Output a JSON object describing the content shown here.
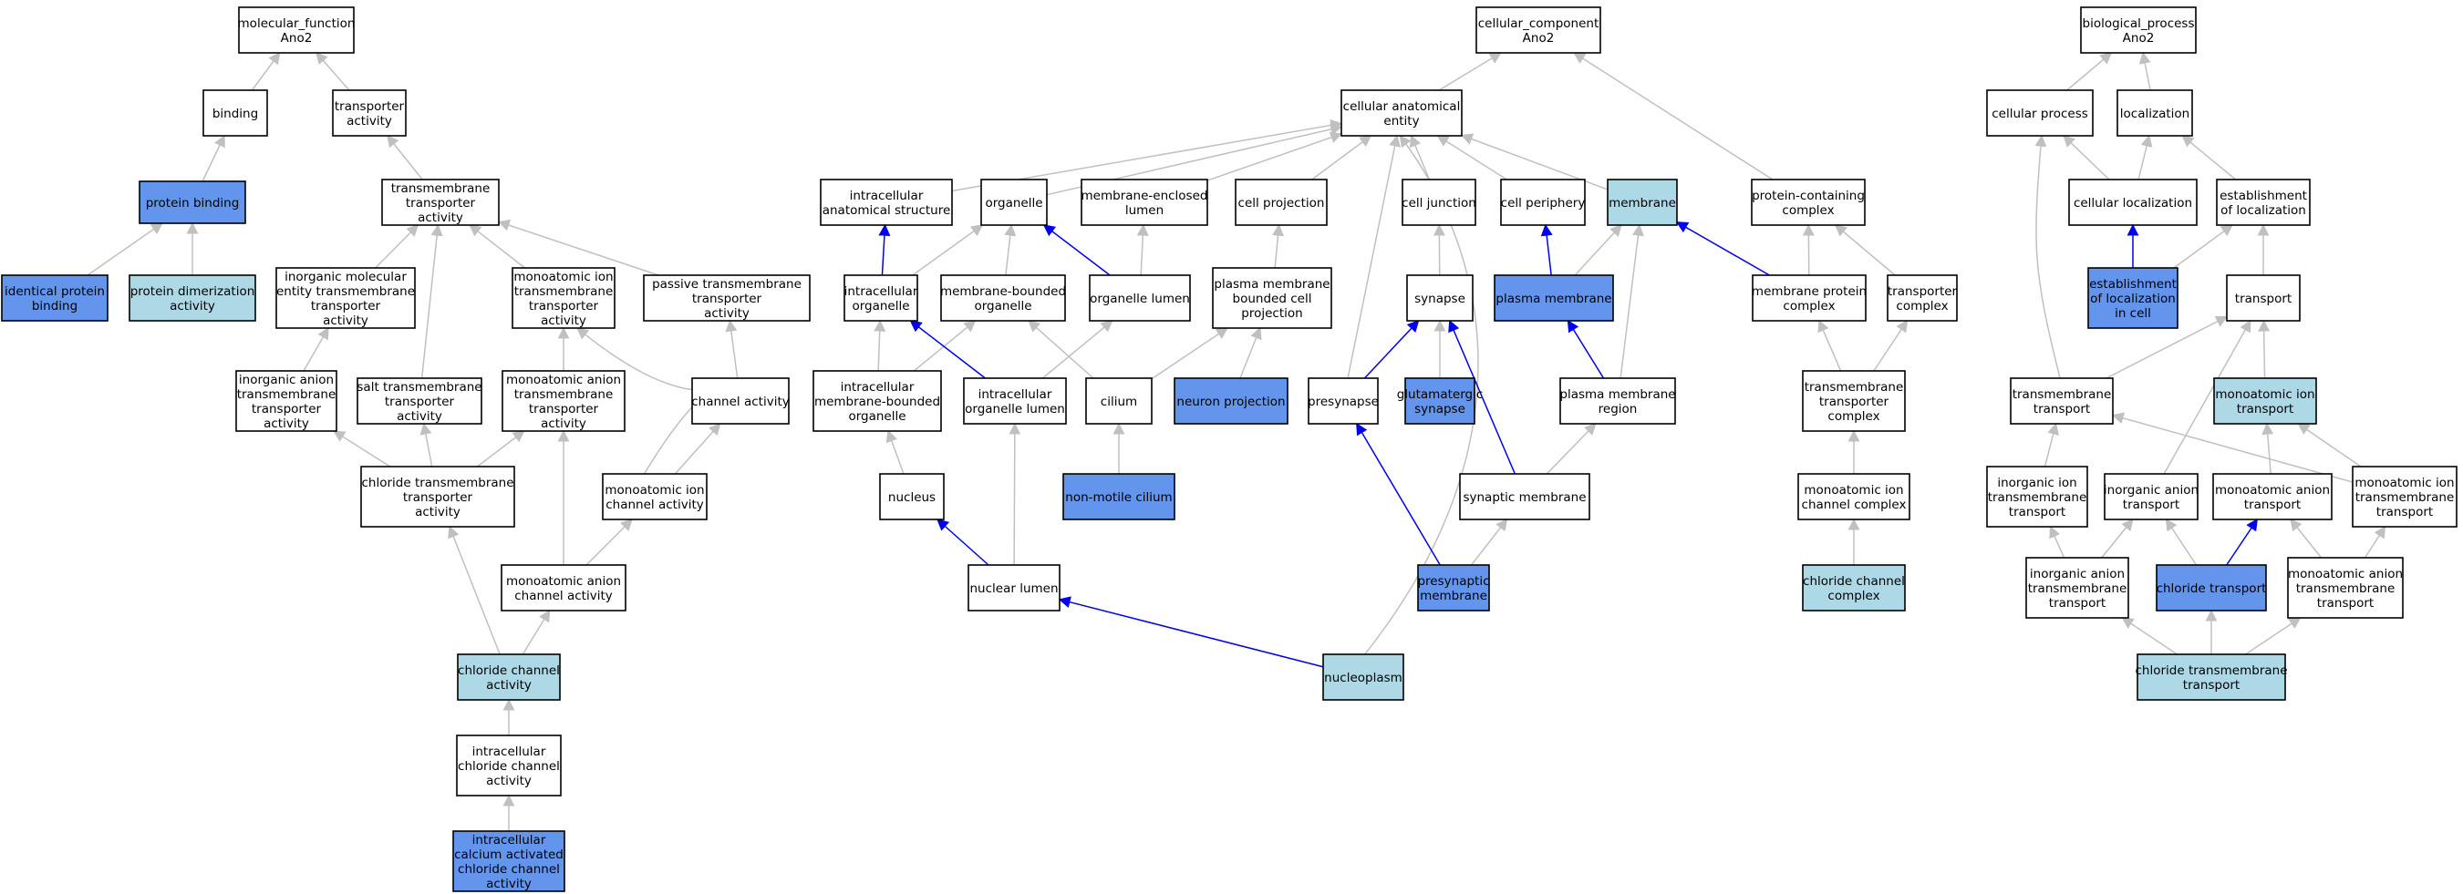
{
  "colors": {
    "white": "#ffffff",
    "blue": "#6495ed",
    "light": "#add8e6",
    "edge_gray": "#c0c0c0",
    "edge_blue": "#0000ee"
  },
  "nodes": [
    {
      "id": "mf",
      "lines": [
        "molecular_function",
        "Ano2"
      ],
      "fill": "white"
    },
    {
      "id": "binding",
      "lines": [
        "binding"
      ],
      "fill": "white"
    },
    {
      "id": "transporter",
      "lines": [
        "transporter",
        "activity"
      ],
      "fill": "white"
    },
    {
      "id": "protein_binding",
      "lines": [
        "protein binding"
      ],
      "fill": "blue"
    },
    {
      "id": "tm_transporter",
      "lines": [
        "transmembrane",
        "transporter",
        "activity"
      ],
      "fill": "white"
    },
    {
      "id": "identical",
      "lines": [
        "identical protein",
        "binding"
      ],
      "fill": "blue"
    },
    {
      "id": "dimerization",
      "lines": [
        "protein dimerization",
        "activity"
      ],
      "fill": "light"
    },
    {
      "id": "inorg_mol",
      "lines": [
        "inorganic molecular",
        "entity transmembrane",
        "transporter",
        "activity"
      ],
      "fill": "white"
    },
    {
      "id": "mono_ion_tm",
      "lines": [
        "monoatomic ion",
        "transmembrane",
        "transporter",
        "activity"
      ],
      "fill": "white"
    },
    {
      "id": "passive",
      "lines": [
        "passive transmembrane",
        "transporter",
        "activity"
      ],
      "fill": "white"
    },
    {
      "id": "inorg_anion_tm",
      "lines": [
        "inorganic anion",
        "transmembrane",
        "transporter",
        "activity"
      ],
      "fill": "white"
    },
    {
      "id": "salt",
      "lines": [
        "salt transmembrane",
        "transporter",
        "activity"
      ],
      "fill": "white"
    },
    {
      "id": "mono_anion_tm",
      "lines": [
        "monoatomic anion",
        "transmembrane",
        "transporter",
        "activity"
      ],
      "fill": "white"
    },
    {
      "id": "channel",
      "lines": [
        "channel activity"
      ],
      "fill": "white"
    },
    {
      "id": "chloride_tm",
      "lines": [
        "chloride transmembrane",
        "transporter",
        "activity"
      ],
      "fill": "white"
    },
    {
      "id": "mono_ion_channel",
      "lines": [
        "monoatomic ion",
        "channel activity"
      ],
      "fill": "white"
    },
    {
      "id": "mono_anion_channel",
      "lines": [
        "monoatomic anion",
        "channel activity"
      ],
      "fill": "white"
    },
    {
      "id": "chloride_channel",
      "lines": [
        "chloride channel",
        "activity"
      ],
      "fill": "light"
    },
    {
      "id": "ic_chloride",
      "lines": [
        "intracellular",
        "chloride channel",
        "activity"
      ],
      "fill": "white"
    },
    {
      "id": "ic_calcium",
      "lines": [
        "intracellular",
        "calcium activated",
        "chloride channel",
        "activity"
      ],
      "fill": "blue"
    },
    {
      "id": "cc",
      "lines": [
        "cellular_component",
        "Ano2"
      ],
      "fill": "white"
    },
    {
      "id": "cae",
      "lines": [
        "cellular anatomical",
        "entity"
      ],
      "fill": "white"
    },
    {
      "id": "ic_struct",
      "lines": [
        "intracellular",
        "anatomical structure"
      ],
      "fill": "white"
    },
    {
      "id": "organelle",
      "lines": [
        "organelle"
      ],
      "fill": "white"
    },
    {
      "id": "mem_lumen",
      "lines": [
        "membrane-enclosed",
        "lumen"
      ],
      "fill": "white"
    },
    {
      "id": "cell_proj",
      "lines": [
        "cell projection"
      ],
      "fill": "white"
    },
    {
      "id": "cell_junction",
      "lines": [
        "cell junction"
      ],
      "fill": "white"
    },
    {
      "id": "cell_periphery",
      "lines": [
        "cell periphery"
      ],
      "fill": "white"
    },
    {
      "id": "membrane",
      "lines": [
        "membrane"
      ],
      "fill": "light"
    },
    {
      "id": "prot_complex",
      "lines": [
        "protein-containing",
        "complex"
      ],
      "fill": "white"
    },
    {
      "id": "ic_organelle",
      "lines": [
        "intracellular",
        "organelle"
      ],
      "fill": "white"
    },
    {
      "id": "mb_organelle",
      "lines": [
        "membrane-bounded",
        "organelle"
      ],
      "fill": "white"
    },
    {
      "id": "org_lumen",
      "lines": [
        "organelle lumen"
      ],
      "fill": "white"
    },
    {
      "id": "pm_proj",
      "lines": [
        "plasma membrane",
        "bounded cell",
        "projection"
      ],
      "fill": "white"
    },
    {
      "id": "synapse",
      "lines": [
        "synapse"
      ],
      "fill": "white"
    },
    {
      "id": "plasma_mem",
      "lines": [
        "plasma membrane"
      ],
      "fill": "blue"
    },
    {
      "id": "mem_prot_complex",
      "lines": [
        "membrane protein",
        "complex"
      ],
      "fill": "white"
    },
    {
      "id": "transporter_complex",
      "lines": [
        "transporter",
        "complex"
      ],
      "fill": "white"
    },
    {
      "id": "ic_mb_organelle",
      "lines": [
        "intracellular",
        "membrane-bounded",
        "organelle"
      ],
      "fill": "white"
    },
    {
      "id": "ic_org_lumen",
      "lines": [
        "intracellular",
        "organelle lumen"
      ],
      "fill": "white"
    },
    {
      "id": "cilium",
      "lines": [
        "cilium"
      ],
      "fill": "white"
    },
    {
      "id": "neuron_proj",
      "lines": [
        "neuron projection"
      ],
      "fill": "blue"
    },
    {
      "id": "presynapse",
      "lines": [
        "presynapse"
      ],
      "fill": "white"
    },
    {
      "id": "glut_synapse",
      "lines": [
        "glutamatergic",
        "synapse"
      ],
      "fill": "blue"
    },
    {
      "id": "pm_region",
      "lines": [
        "plasma membrane",
        "region"
      ],
      "fill": "white"
    },
    {
      "id": "tm_transporter_complex",
      "lines": [
        "transmembrane",
        "transporter",
        "complex"
      ],
      "fill": "white"
    },
    {
      "id": "nucleus",
      "lines": [
        "nucleus"
      ],
      "fill": "white"
    },
    {
      "id": "nonmotile",
      "lines": [
        "non-motile cilium"
      ],
      "fill": "blue"
    },
    {
      "id": "syn_mem",
      "lines": [
        "synaptic membrane"
      ],
      "fill": "white"
    },
    {
      "id": "mono_ion_channel_complex",
      "lines": [
        "monoatomic ion",
        "channel complex"
      ],
      "fill": "white"
    },
    {
      "id": "nuclear_lumen",
      "lines": [
        "nuclear lumen"
      ],
      "fill": "white"
    },
    {
      "id": "presyn_mem",
      "lines": [
        "presynaptic",
        "membrane"
      ],
      "fill": "blue"
    },
    {
      "id": "chloride_channel_complex",
      "lines": [
        "chloride channel",
        "complex"
      ],
      "fill": "light"
    },
    {
      "id": "nucleoplasm",
      "lines": [
        "nucleoplasm"
      ],
      "fill": "light"
    },
    {
      "id": "bp",
      "lines": [
        "biological_process",
        "Ano2"
      ],
      "fill": "white"
    },
    {
      "id": "cell_process",
      "lines": [
        "cellular process"
      ],
      "fill": "white"
    },
    {
      "id": "localization",
      "lines": [
        "localization"
      ],
      "fill": "white"
    },
    {
      "id": "cell_loc",
      "lines": [
        "cellular localization"
      ],
      "fill": "white"
    },
    {
      "id": "est_loc",
      "lines": [
        "establishment",
        "of localization"
      ],
      "fill": "white"
    },
    {
      "id": "est_loc_cell",
      "lines": [
        "establishment",
        "of localization",
        "in cell"
      ],
      "fill": "blue"
    },
    {
      "id": "transport",
      "lines": [
        "transport"
      ],
      "fill": "white"
    },
    {
      "id": "tm_transport",
      "lines": [
        "transmembrane",
        "transport"
      ],
      "fill": "white"
    },
    {
      "id": "mono_ion_transport",
      "lines": [
        "monoatomic ion",
        "transport"
      ],
      "fill": "light"
    },
    {
      "id": "inorg_ion_tm_transport",
      "lines": [
        "inorganic ion",
        "transmembrane",
        "transport"
      ],
      "fill": "white"
    },
    {
      "id": "inorg_anion_transport",
      "lines": [
        "inorganic anion",
        "transport"
      ],
      "fill": "white"
    },
    {
      "id": "mono_anion_transport",
      "lines": [
        "monoatomic anion",
        "transport"
      ],
      "fill": "white"
    },
    {
      "id": "mono_ion_tm_transport",
      "lines": [
        "monoatomic ion",
        "transmembrane",
        "transport"
      ],
      "fill": "white"
    },
    {
      "id": "inorg_anion_tm_transport",
      "lines": [
        "inorganic anion",
        "transmembrane",
        "transport"
      ],
      "fill": "white"
    },
    {
      "id": "chloride_transport",
      "lines": [
        "chloride transport"
      ],
      "fill": "blue"
    },
    {
      "id": "mono_anion_tm_transport",
      "lines": [
        "monoatomic anion",
        "transmembrane",
        "transport"
      ],
      "fill": "white"
    },
    {
      "id": "chloride_tm_transport",
      "lines": [
        "chloride transmembrane",
        "transport"
      ],
      "fill": "light"
    }
  ],
  "edges": [
    {
      "from": "binding",
      "to": "mf",
      "color": "gray"
    },
    {
      "from": "transporter",
      "to": "mf",
      "color": "gray"
    },
    {
      "from": "protein_binding",
      "to": "binding",
      "color": "gray"
    },
    {
      "from": "tm_transporter",
      "to": "transporter",
      "color": "gray"
    },
    {
      "from": "identical",
      "to": "protein_binding",
      "color": "gray"
    },
    {
      "from": "dimerization",
      "to": "protein_binding",
      "color": "gray"
    },
    {
      "from": "inorg_mol",
      "to": "tm_transporter",
      "color": "gray"
    },
    {
      "from": "mono_ion_tm",
      "to": "tm_transporter",
      "color": "gray"
    },
    {
      "from": "passive",
      "to": "tm_transporter",
      "color": "gray"
    },
    {
      "from": "salt",
      "to": "tm_transporter",
      "color": "gray"
    },
    {
      "from": "inorg_anion_tm",
      "to": "inorg_mol",
      "color": "gray"
    },
    {
      "from": "mono_anion_tm",
      "to": "mono_ion_tm",
      "color": "gray"
    },
    {
      "from": "channel",
      "to": "passive",
      "color": "gray"
    },
    {
      "from": "chloride_tm",
      "to": "inorg_anion_tm",
      "color": "gray"
    },
    {
      "from": "chloride_tm",
      "to": "salt",
      "color": "gray"
    },
    {
      "from": "chloride_tm",
      "to": "mono_anion_tm",
      "color": "gray"
    },
    {
      "from": "mono_ion_channel",
      "to": "mono_ion_tm",
      "color": "gray"
    },
    {
      "from": "mono_ion_channel",
      "to": "channel",
      "color": "gray"
    },
    {
      "from": "mono_anion_channel",
      "to": "mono_anion_tm",
      "color": "gray"
    },
    {
      "from": "mono_anion_channel",
      "to": "mono_ion_channel",
      "color": "gray"
    },
    {
      "from": "chloride_channel",
      "to": "chloride_tm",
      "color": "gray"
    },
    {
      "from": "chloride_channel",
      "to": "mono_anion_channel",
      "color": "gray"
    },
    {
      "from": "ic_chloride",
      "to": "chloride_channel",
      "color": "gray"
    },
    {
      "from": "ic_calcium",
      "to": "ic_chloride",
      "color": "gray"
    },
    {
      "from": "cae",
      "to": "cc",
      "color": "gray"
    },
    {
      "from": "prot_complex",
      "to": "cc",
      "color": "gray"
    },
    {
      "from": "ic_struct",
      "to": "cae",
      "color": "gray"
    },
    {
      "from": "organelle",
      "to": "cae",
      "color": "gray"
    },
    {
      "from": "mem_lumen",
      "to": "cae",
      "color": "gray"
    },
    {
      "from": "cell_proj",
      "to": "cae",
      "color": "gray"
    },
    {
      "from": "cell_junction",
      "to": "cae",
      "color": "gray"
    },
    {
      "from": "cell_periphery",
      "to": "cae",
      "color": "gray"
    },
    {
      "from": "membrane",
      "to": "cae",
      "color": "gray"
    },
    {
      "from": "presynapse",
      "to": "cae",
      "color": "gray"
    },
    {
      "from": "nucleoplasm",
      "to": "cae",
      "color": "gray"
    },
    {
      "from": "ic_organelle",
      "to": "ic_struct",
      "color": "blue"
    },
    {
      "from": "ic_organelle",
      "to": "organelle",
      "color": "gray"
    },
    {
      "from": "mb_organelle",
      "to": "organelle",
      "color": "gray"
    },
    {
      "from": "org_lumen",
      "to": "organelle",
      "color": "blue"
    },
    {
      "from": "org_lumen",
      "to": "mem_lumen",
      "color": "gray"
    },
    {
      "from": "pm_proj",
      "to": "cell_proj",
      "color": "gray"
    },
    {
      "from": "synapse",
      "to": "cell_junction",
      "color": "gray"
    },
    {
      "from": "plasma_mem",
      "to": "cell_periphery",
      "color": "blue"
    },
    {
      "from": "plasma_mem",
      "to": "membrane",
      "color": "gray"
    },
    {
      "from": "mem_prot_complex",
      "to": "membrane",
      "color": "blue"
    },
    {
      "from": "mem_prot_complex",
      "to": "prot_complex",
      "color": "gray"
    },
    {
      "from": "transporter_complex",
      "to": "prot_complex",
      "color": "gray"
    },
    {
      "from": "pm_region",
      "to": "membrane",
      "color": "gray"
    },
    {
      "from": "ic_mb_organelle",
      "to": "ic_organelle",
      "color": "gray"
    },
    {
      "from": "ic_mb_organelle",
      "to": "mb_organelle",
      "color": "gray"
    },
    {
      "from": "ic_org_lumen",
      "to": "ic_organelle",
      "color": "blue"
    },
    {
      "from": "ic_org_lumen",
      "to": "org_lumen",
      "color": "gray"
    },
    {
      "from": "cilium",
      "to": "mb_organelle",
      "color": "gray"
    },
    {
      "from": "cilium",
      "to": "pm_proj",
      "color": "gray"
    },
    {
      "from": "neuron_proj",
      "to": "pm_proj",
      "color": "gray"
    },
    {
      "from": "presynapse",
      "to": "synapse",
      "color": "blue"
    },
    {
      "from": "glut_synapse",
      "to": "synapse",
      "color": "gray"
    },
    {
      "from": "pm_region",
      "to": "plasma_mem",
      "color": "blue"
    },
    {
      "from": "tm_transporter_complex",
      "to": "mem_prot_complex",
      "color": "gray"
    },
    {
      "from": "tm_transporter_complex",
      "to": "transporter_complex",
      "color": "gray"
    },
    {
      "from": "nucleus",
      "to": "ic_mb_organelle",
      "color": "gray"
    },
    {
      "from": "nonmotile",
      "to": "cilium",
      "color": "gray"
    },
    {
      "from": "syn_mem",
      "to": "synapse",
      "color": "blue"
    },
    {
      "from": "syn_mem",
      "to": "pm_region",
      "color": "gray"
    },
    {
      "from": "mono_ion_channel_complex",
      "to": "tm_transporter_complex",
      "color": "gray"
    },
    {
      "from": "nuclear_lumen",
      "to": "nucleus",
      "color": "blue"
    },
    {
      "from": "nuclear_lumen",
      "to": "ic_org_lumen",
      "color": "gray"
    },
    {
      "from": "presyn_mem",
      "to": "presynapse",
      "color": "blue"
    },
    {
      "from": "presyn_mem",
      "to": "syn_mem",
      "color": "gray"
    },
    {
      "from": "chloride_channel_complex",
      "to": "mono_ion_channel_complex",
      "color": "gray"
    },
    {
      "from": "nucleoplasm",
      "to": "nuclear_lumen",
      "color": "blue"
    },
    {
      "from": "cell_process",
      "to": "bp",
      "color": "gray"
    },
    {
      "from": "localization",
      "to": "bp",
      "color": "gray"
    },
    {
      "from": "cell_loc",
      "to": "cell_process",
      "color": "gray"
    },
    {
      "from": "cell_loc",
      "to": "localization",
      "color": "gray"
    },
    {
      "from": "est_loc",
      "to": "localization",
      "color": "gray"
    },
    {
      "from": "est_loc_cell",
      "to": "cell_loc",
      "color": "blue"
    },
    {
      "from": "est_loc_cell",
      "to": "est_loc",
      "color": "gray"
    },
    {
      "from": "transport",
      "to": "est_loc",
      "color": "gray"
    },
    {
      "from": "tm_transport",
      "to": "cell_process",
      "color": "gray"
    },
    {
      "from": "tm_transport",
      "to": "transport",
      "color": "gray"
    },
    {
      "from": "mono_ion_transport",
      "to": "transport",
      "color": "gray"
    },
    {
      "from": "inorg_ion_tm_transport",
      "to": "tm_transport",
      "color": "gray"
    },
    {
      "from": "inorg_anion_transport",
      "to": "transport",
      "color": "gray"
    },
    {
      "from": "mono_anion_transport",
      "to": "mono_ion_transport",
      "color": "gray"
    },
    {
      "from": "mono_ion_tm_transport",
      "to": "tm_transport",
      "color": "gray"
    },
    {
      "from": "mono_ion_tm_transport",
      "to": "mono_ion_transport",
      "color": "gray"
    },
    {
      "from": "inorg_anion_tm_transport",
      "to": "inorg_ion_tm_transport",
      "color": "gray"
    },
    {
      "from": "inorg_anion_tm_transport",
      "to": "inorg_anion_transport",
      "color": "gray"
    },
    {
      "from": "chloride_transport",
      "to": "inorg_anion_transport",
      "color": "gray"
    },
    {
      "from": "chloride_transport",
      "to": "mono_anion_transport",
      "color": "blue"
    },
    {
      "from": "mono_anion_tm_transport",
      "to": "mono_anion_transport",
      "color": "gray"
    },
    {
      "from": "mono_anion_tm_transport",
      "to": "mono_ion_tm_transport",
      "color": "gray"
    },
    {
      "from": "chloride_tm_transport",
      "to": "inorg_anion_tm_transport",
      "color": "gray"
    },
    {
      "from": "chloride_tm_transport",
      "to": "chloride_transport",
      "color": "gray"
    },
    {
      "from": "chloride_tm_transport",
      "to": "mono_anion_tm_transport",
      "color": "gray"
    }
  ]
}
